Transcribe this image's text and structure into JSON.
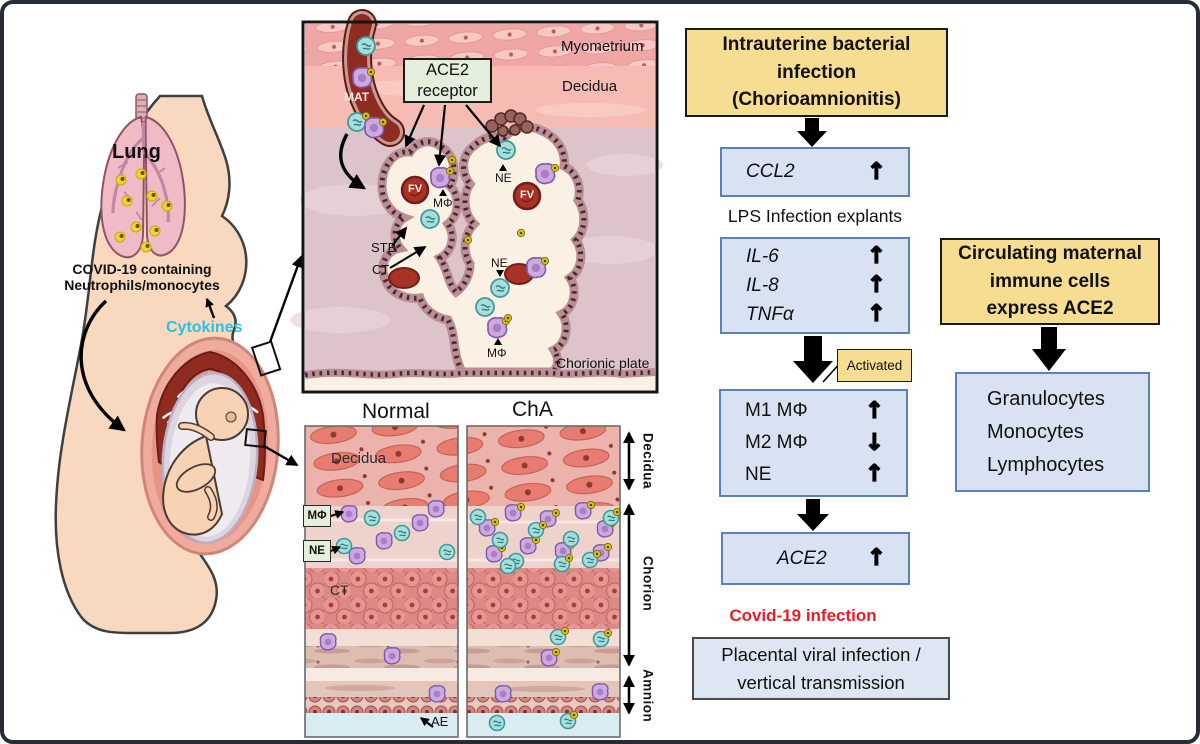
{
  "frame": {
    "border_color": "#262b36",
    "background": "#ffffff"
  },
  "palette": {
    "yellow_box_fill": "#F7DD92",
    "blue_box_fill": "#D9E2F2",
    "blue_box_border": "#5C7FBE",
    "outcome_box_fill": "#DEE6F3",
    "outcome_box_border": "#4a4a4a",
    "red_text": "#EC1C24",
    "cyan_text": "#29C3E8",
    "green_label_fill": "#E4F0DC",
    "arrow_black": "#000000"
  },
  "left_figure": {
    "lung_label": "Lung",
    "caption_line1": "COVID-19 containing",
    "caption_line2": "Neutrophils/monocytes",
    "cytokines_label": "Cytokines"
  },
  "villi_panel": {
    "myometrium_label": "Myometrium",
    "decidua_label": "Decidua",
    "ace2_line1": "ACE2",
    "ace2_line2": "receptor",
    "mat_label": "MAT",
    "stb_label": "STB",
    "ct_label": "CT",
    "ne_label": "NE",
    "mphi_label": "MΦ",
    "fv_label": "FV",
    "chorionic_plate_label": "Chorionic plate"
  },
  "membrane_panel": {
    "normal_header": "Normal",
    "cha_header": "ChA",
    "decidua_label": "Decidua",
    "mphi_label": "MΦ",
    "ne_label": "NE",
    "ct_label": "CT",
    "ae_label": "AE",
    "side_decidua": "Decidua",
    "side_chorion": "Chorion",
    "side_amnion": "Amnion"
  },
  "flowchart": {
    "intrauterine_lines": [
      "Intrauterine bacterial",
      "infection",
      "(Chorioamnionitis)"
    ],
    "ccl2": {
      "label": "CCL2",
      "arrow": "↑"
    },
    "lps_caption": "LPS Infection explants",
    "cytokines": [
      {
        "label": "IL-6",
        "arrow": "↑"
      },
      {
        "label": "IL-8",
        "arrow": "↑"
      },
      {
        "label": "TNFα",
        "arrow": "↑"
      }
    ],
    "activated_label": "Activated",
    "cells": [
      {
        "label": "M1 MΦ",
        "arrow": "↑"
      },
      {
        "label": "M2 MΦ",
        "arrow": "↓"
      },
      {
        "label": "NE",
        "arrow": "↑"
      }
    ],
    "ace2": {
      "label": "ACE2",
      "arrow": "↑"
    },
    "covid_label": "Covid-19 infection",
    "outcome_lines": [
      "Placental viral infection /",
      "vertical transmission"
    ]
  },
  "right_column": {
    "header_lines": [
      "Circulating maternal",
      "immune cells",
      "express ACE2"
    ],
    "cell_types": [
      "Granulocytes",
      "Monocytes",
      "Lymphocytes"
    ]
  }
}
